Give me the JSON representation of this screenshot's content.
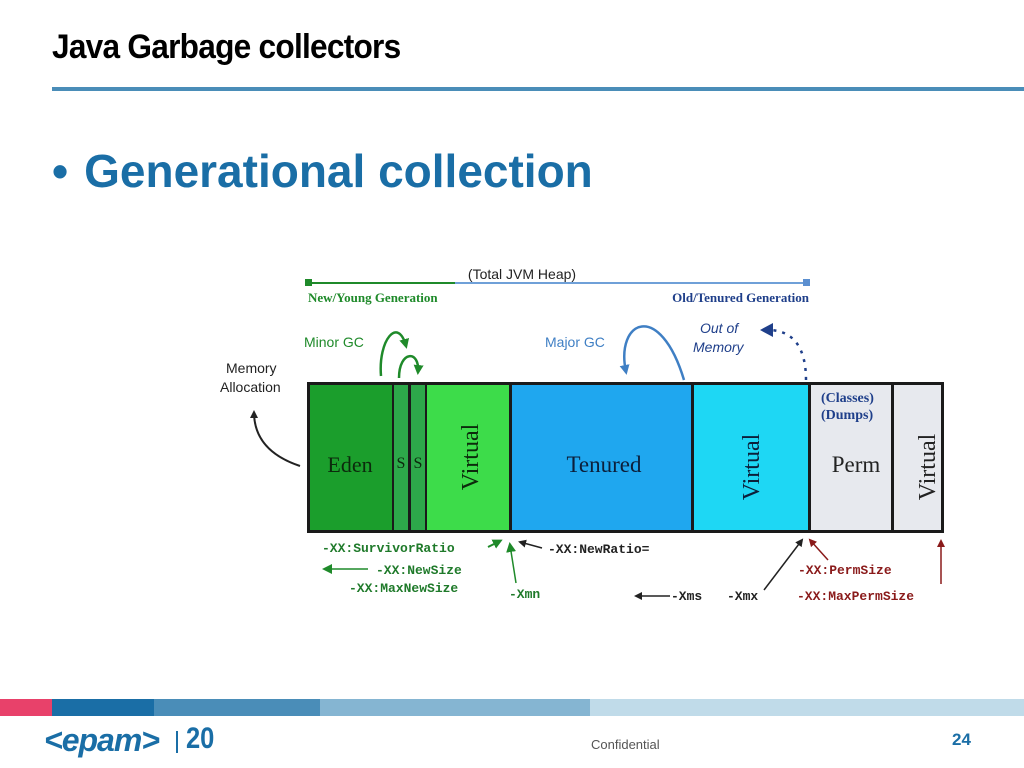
{
  "slide": {
    "title": "Java Garbage collectors",
    "bullet": "Generational collection",
    "colors": {
      "accent": "#1a6ea6",
      "rule": "#4a8db8"
    }
  },
  "diagram": {
    "heap_label": "(Total JVM Heap)",
    "young_label": "New/Young Generation",
    "old_label": "Old/Tenured Generation",
    "minor_gc": "Minor GC",
    "major_gc": "Major GC",
    "oom_line1": "Out of",
    "oom_line2": "Memory",
    "alloc_line1": "Memory",
    "alloc_line2": "Allocation",
    "regions": {
      "eden": "Eden",
      "s1": "S",
      "s2": "S",
      "young_virtual": "Virtual",
      "tenured": "Tenured",
      "tenured_virtual": "Virtual",
      "perm_classes": "(Classes)",
      "perm_dumps": "(Dumps)",
      "perm": "Perm",
      "perm_virtual": "Virtual"
    },
    "flags": {
      "survivor_ratio": "-XX:SurvivorRatio",
      "new_size": "-XX:NewSize",
      "max_new_size": "-XX:MaxNewSize",
      "xmn": "-Xmn",
      "new_ratio": "-XX:NewRatio=",
      "xms": "-Xms",
      "xmx": "-Xmx",
      "perm_size": "-XX:PermSize",
      "max_perm_size": "-XX:MaxPermSize"
    }
  },
  "footer": {
    "logo": "<epam>",
    "logo_number": "20",
    "confidential": "Confidential",
    "page_number": "24",
    "bar_colors": [
      "#e8416a",
      "#1a6ea6",
      "#4a8db8",
      "#85b5d2",
      "#c0dbe9"
    ]
  }
}
